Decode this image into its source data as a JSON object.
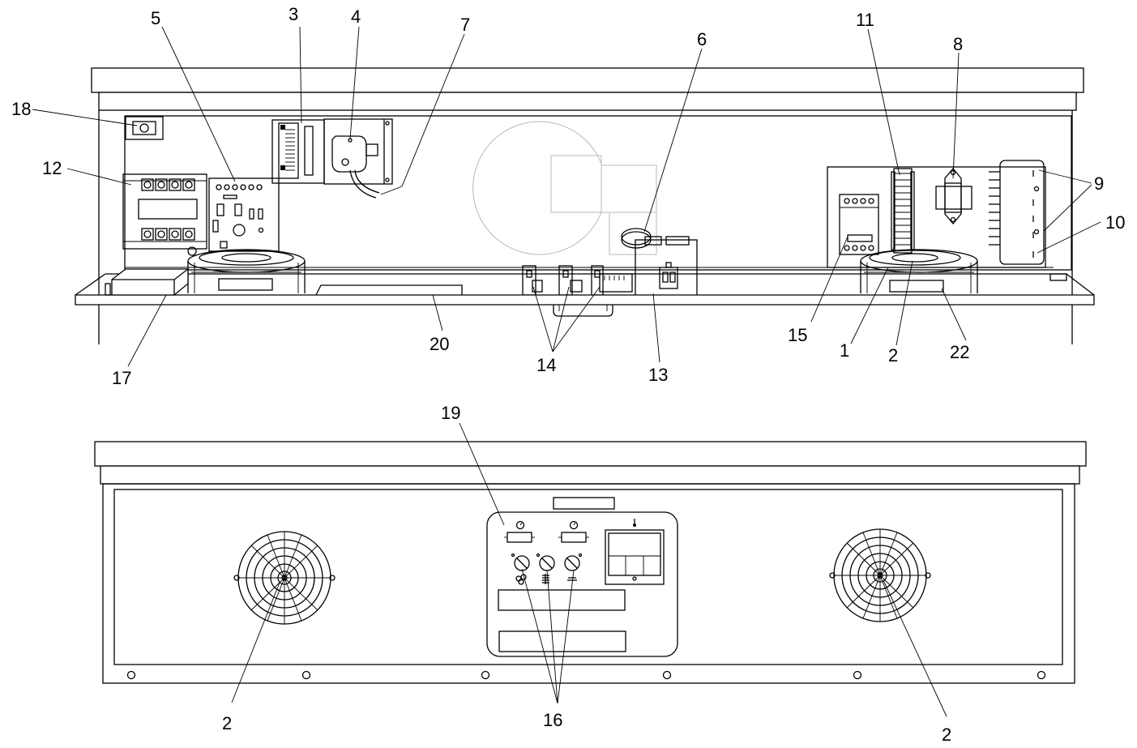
{
  "callouts": {
    "c1": "1",
    "c2a": "2",
    "c2b": "2",
    "c2c": "2",
    "c3": "3",
    "c4": "4",
    "c5": "5",
    "c6": "6",
    "c7": "7",
    "c8": "8",
    "c9": "9",
    "c10": "10",
    "c11": "11",
    "c12": "12",
    "c13": "13",
    "c14": "14",
    "c15": "15",
    "c16": "16",
    "c17": "17",
    "c18": "18",
    "c19": "19",
    "c20": "20",
    "c22": "22"
  },
  "control_panel": {
    "icons": [
      "thermometer-icon",
      "clock-icon",
      "clock-icon",
      "fan-icon",
      "heater-icon",
      "light-icon"
    ]
  }
}
